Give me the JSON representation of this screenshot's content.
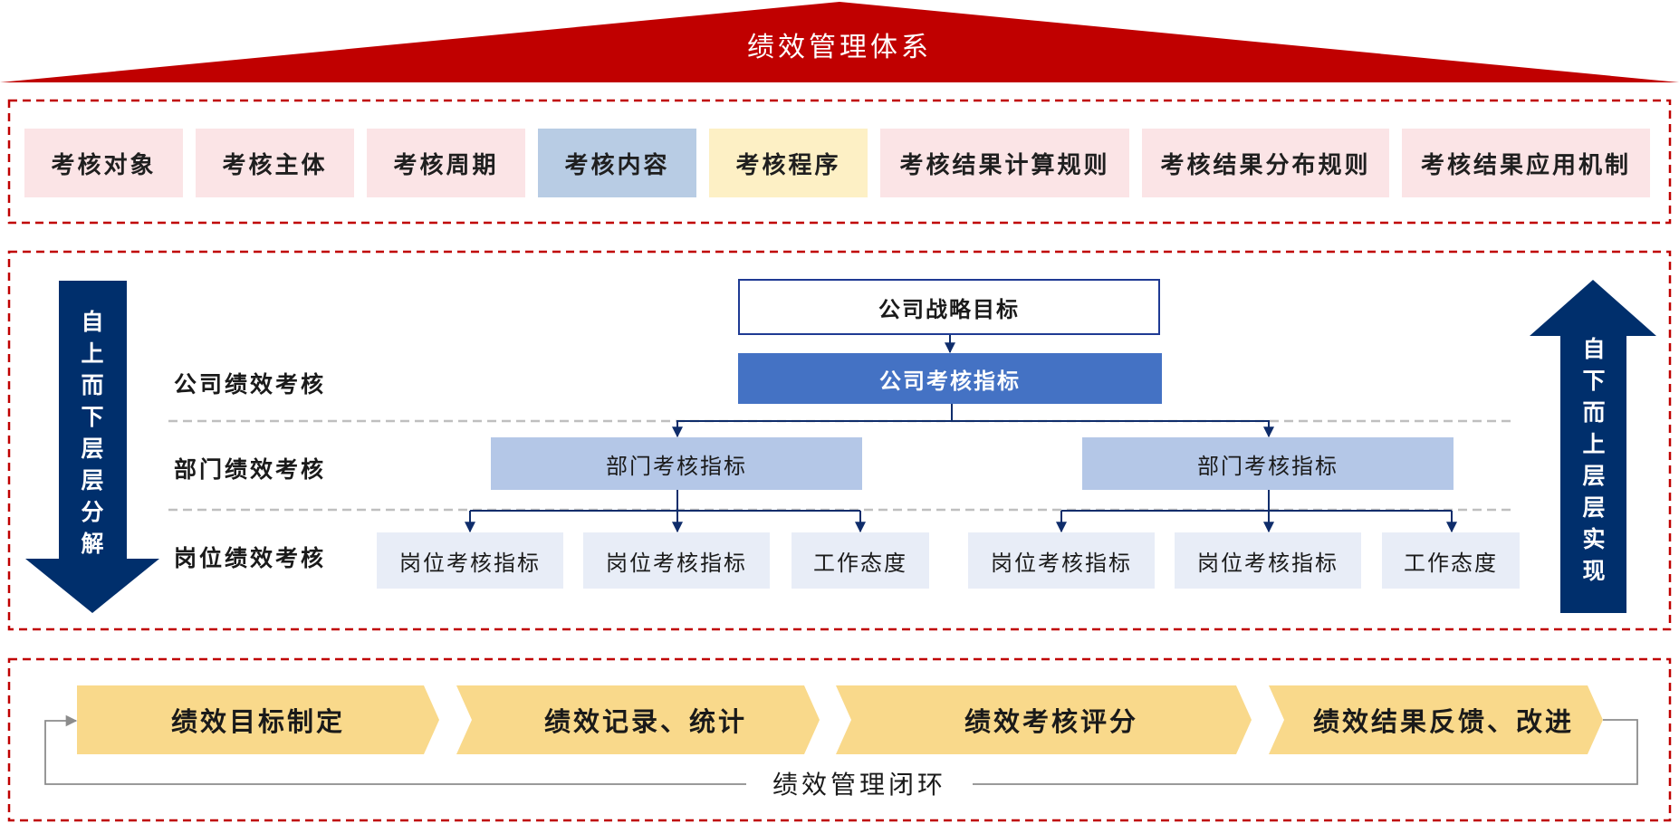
{
  "title": "绩效管理体系",
  "elements": [
    "考核对象",
    "考核主体",
    "考核周期",
    "考核内容",
    "考核程序",
    "考核结果计算规则",
    "考核结果分布规则",
    "考核结果应用机制"
  ],
  "colors": {
    "roof_red": "#c00000",
    "dash_red": "#c00000",
    "pink": "#fbe4e6",
    "light_blue": "#b8cce4",
    "light_yellow": "#fdf0c5",
    "navy": "#002f6c",
    "company_blue": "#4472c4",
    "dept_blue": "#b4c7e7",
    "pos_blue": "#e8edf7",
    "gold": "#f9d98b"
  },
  "levels": {
    "company": "公司绩效考核",
    "department": "部门绩效考核",
    "position": "岗位绩效考核"
  },
  "nodes": {
    "strategy": "公司战略目标",
    "company_kpi": "公司考核指标",
    "dept_left": "部门考核指标",
    "dept_right": "部门考核指标",
    "positions": [
      "岗位考核指标",
      "岗位考核指标",
      "工作态度",
      "岗位考核指标",
      "岗位考核指标",
      "工作态度"
    ]
  },
  "arrows": {
    "top_down": "自上而下层层分解",
    "bottom_up": "自下而上层层实现"
  },
  "cycle": {
    "steps": [
      "绩效目标制定",
      "绩效记录、统计",
      "绩效考核评分",
      "绩效结果反馈、改进"
    ],
    "loop_label": "绩效管理闭环"
  }
}
